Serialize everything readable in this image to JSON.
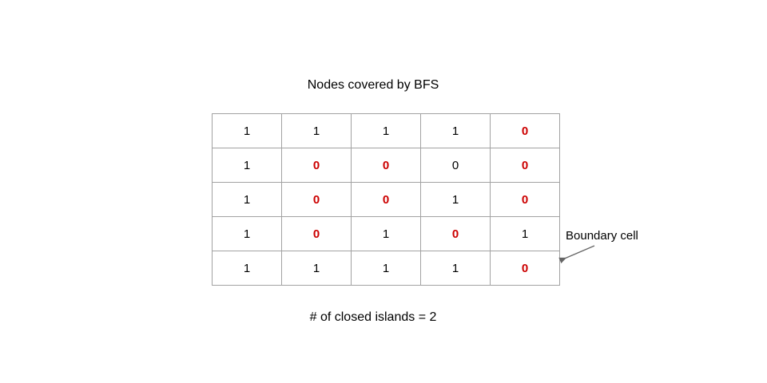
{
  "title": "Nodes covered by BFS",
  "caption": "# of closed islands = 2",
  "annotation": {
    "label": "Boundary cell",
    "arrow_icon": "arrow-down-left-icon"
  },
  "colors": {
    "visited": "#cc0000",
    "normal": "#000000",
    "grid_line": "#a2a2a2",
    "arrow": "#666666",
    "background": "#ffffff"
  },
  "grid": {
    "rows": 5,
    "cols": 5,
    "cells": [
      [
        {
          "value": "1",
          "visited": false
        },
        {
          "value": "1",
          "visited": false
        },
        {
          "value": "1",
          "visited": false
        },
        {
          "value": "1",
          "visited": false
        },
        {
          "value": "0",
          "visited": true
        }
      ],
      [
        {
          "value": "1",
          "visited": false
        },
        {
          "value": "0",
          "visited": true
        },
        {
          "value": "0",
          "visited": true
        },
        {
          "value": "0",
          "visited": false
        },
        {
          "value": "0",
          "visited": true
        }
      ],
      [
        {
          "value": "1",
          "visited": false
        },
        {
          "value": "0",
          "visited": true
        },
        {
          "value": "0",
          "visited": true
        },
        {
          "value": "1",
          "visited": false
        },
        {
          "value": "0",
          "visited": true
        }
      ],
      [
        {
          "value": "1",
          "visited": false
        },
        {
          "value": "0",
          "visited": true
        },
        {
          "value": "1",
          "visited": false
        },
        {
          "value": "0",
          "visited": true
        },
        {
          "value": "1",
          "visited": false
        }
      ],
      [
        {
          "value": "1",
          "visited": false
        },
        {
          "value": "1",
          "visited": false
        },
        {
          "value": "1",
          "visited": false
        },
        {
          "value": "1",
          "visited": false
        },
        {
          "value": "0",
          "visited": true
        }
      ]
    ]
  }
}
